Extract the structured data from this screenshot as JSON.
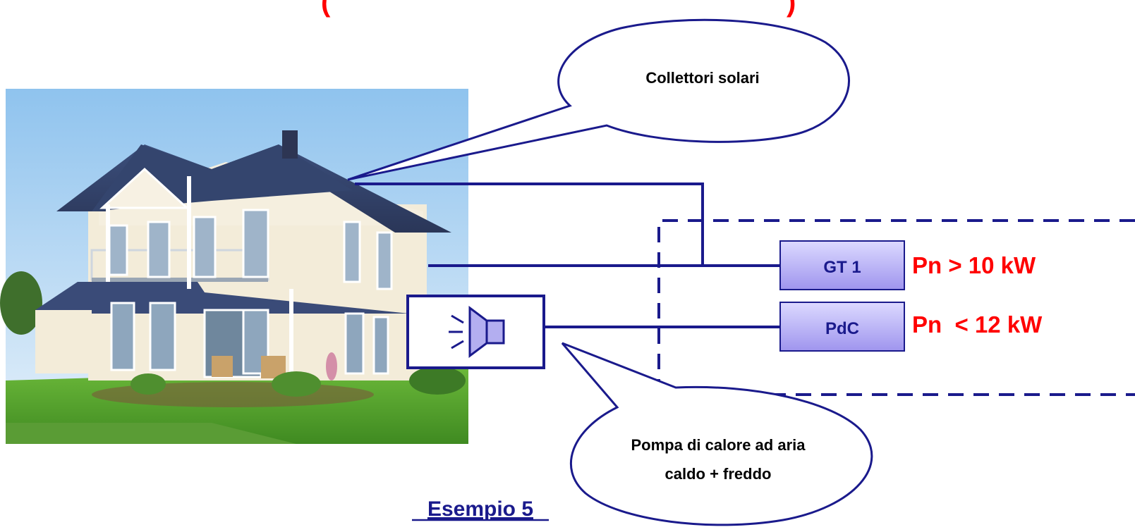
{
  "title_fragment": "(",
  "title_fragment_right": ")",
  "callout_top": "Collettori solari",
  "callout_bottom": [
    "Pompa di calore ad aria",
    "caldo + freddo"
  ],
  "box_gt1": "GT 1",
  "box_pdc": "PdC",
  "label_gt1_power": "Pn > 10 kW",
  "label_pdc_power": "Pn  < 12 kW",
  "example_label": "Esempio 5",
  "colors": {
    "line": "#1a1a8c",
    "red": "#ff0000",
    "box_fill_top": "#d9d6ff",
    "box_fill_bottom": "#a99ff0",
    "sky_top": "#a9d2f2",
    "grass": "#4c9a2a"
  },
  "icons": {
    "house": "house-photo",
    "heat_pump": "speaker-fan-icon"
  }
}
